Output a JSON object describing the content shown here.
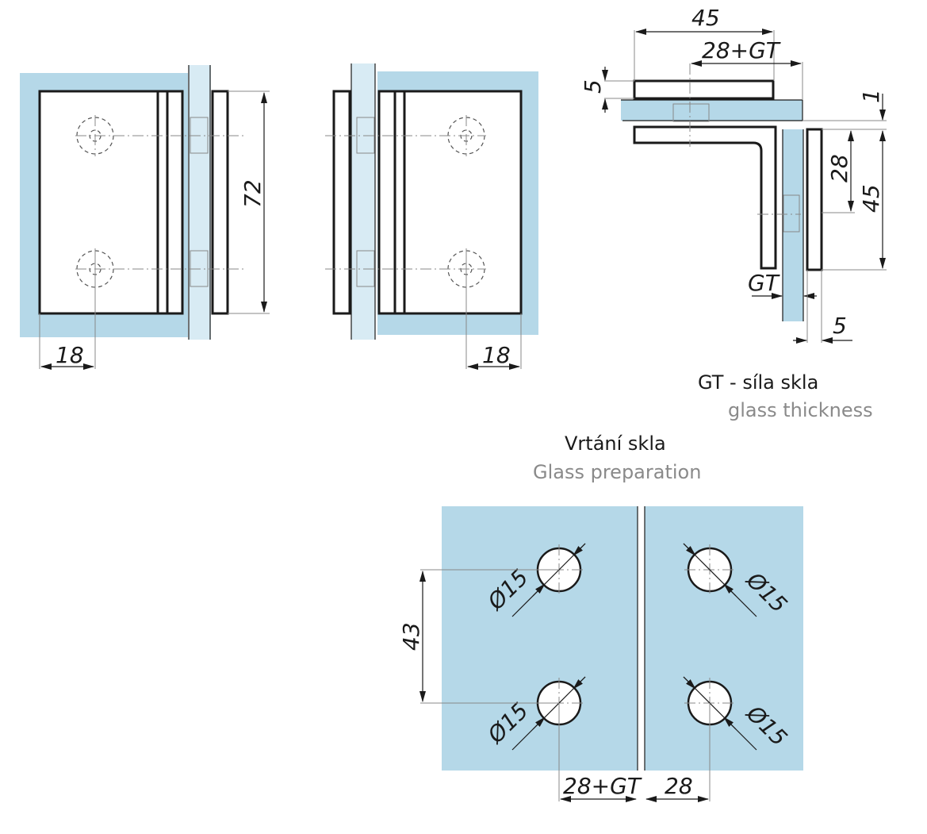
{
  "colors": {
    "glass": "#b5d8e8",
    "glass_light": "#d8ebf4",
    "line": "#1a1a1a",
    "secondary_text": "#8a8a8a"
  },
  "front_view_left": {
    "height_dim": "72",
    "offset_dim": "18"
  },
  "front_view_right": {
    "offset_dim": "18"
  },
  "top_view": {
    "width_dim": "45",
    "center_dim": "28+GT",
    "plate_thickness_dim": "5",
    "gap_dim": "1",
    "hole_dim": "28",
    "height_dim": "45",
    "glass_dim": "GT",
    "outer_plate_dim": "5"
  },
  "legend": {
    "gt_cz": "GT - síla skla",
    "gt_en": "glass thickness"
  },
  "glass_prep": {
    "title_cz": "Vrtání skla",
    "title_en": "Glass preparation",
    "hole_labels": [
      "Ø15",
      "Ø15",
      "Ø15",
      "Ø15"
    ],
    "hole_spacing_dim": "43",
    "left_offset_dim": "28+GT",
    "right_offset_dim": "28"
  }
}
